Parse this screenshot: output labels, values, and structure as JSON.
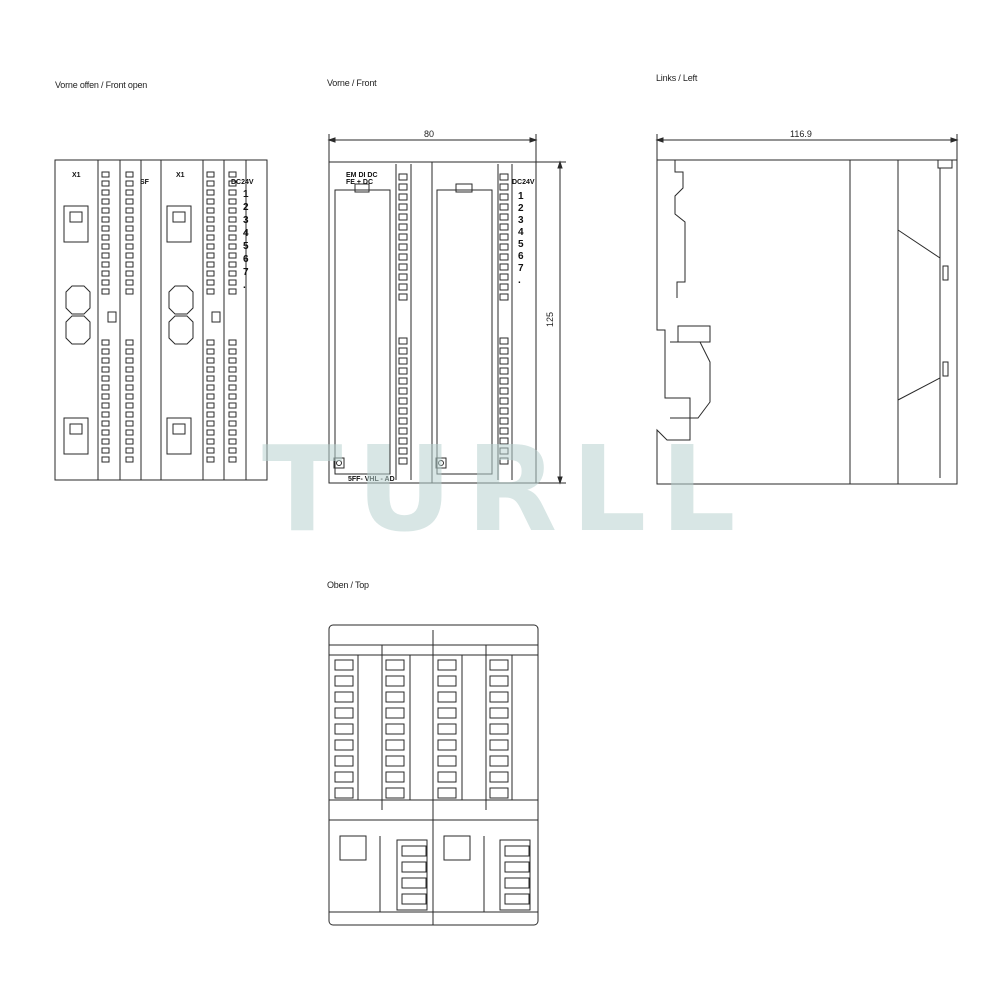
{
  "views": {
    "front_open": {
      "label": "Vorne offen / Front open",
      "x1_left": "X1",
      "x1_right": "X1",
      "sf": "SF",
      "dc": "DC24V",
      "channels": [
        "1",
        "2",
        "3",
        "4",
        "5",
        "6",
        "7",
        "."
      ]
    },
    "front": {
      "label": "Vorne / Front",
      "width_dim": "80",
      "height_dim": "125",
      "bottom_text": "5FF- VHL - AD",
      "mid_text_1": "EM DI DC",
      "mid_text_2": "FE + DC"
    },
    "left": {
      "label": "Links / Left",
      "width_dim": "116.9"
    },
    "top": {
      "label": "Oben / Top"
    }
  },
  "watermark": "TURLL",
  "colors": {
    "line": "#2a2a2a",
    "watermark": "#b9d3d0"
  }
}
